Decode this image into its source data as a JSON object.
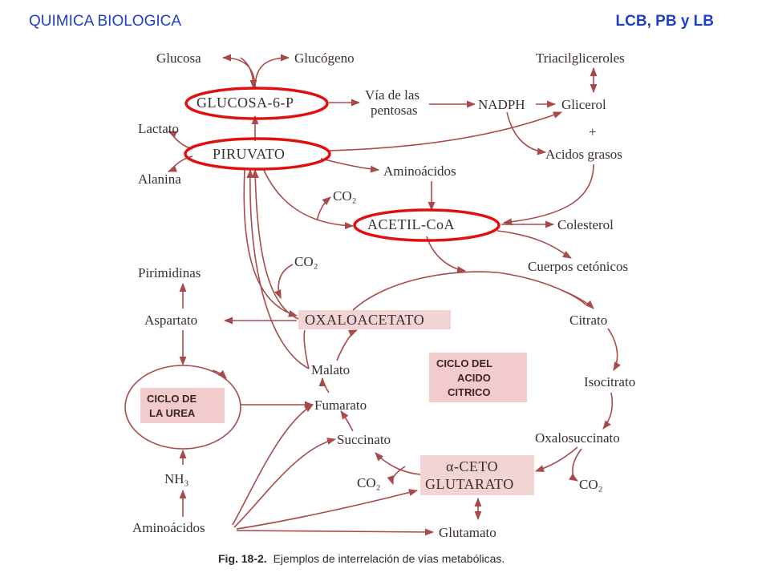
{
  "header": {
    "left_title": "QUIMICA BIOLOGICA",
    "right_title": "LCB, PB y LB"
  },
  "nodes": {
    "glucosa": "Glucosa",
    "glucogeno": "Glucógeno",
    "triacilgliceroles": "Triacilgliceroles",
    "glucosa6p": "GLUCOSA-6-P",
    "via_pentosas_1": "Vía de las",
    "via_pentosas_2": "pentosas",
    "nadph": "NADPH",
    "glicerol": "Glicerol",
    "plus": "+",
    "lactato": "Lactato",
    "piruvato": "PIRUVATO",
    "acidos_grasos": "Acidos grasos",
    "alanina": "Alanina",
    "aminoacidos_top": "Aminoácidos",
    "co2_1": "CO₂",
    "acetil_coa": "ACETIL-CoA",
    "colesterol": "Colesterol",
    "co2_2": "CO₂",
    "pirimidinas": "Pirimidinas",
    "cuerpos_cetonicos": "Cuerpos cetónicos",
    "aspartato": "Aspartato",
    "oxaloacetato": "OXALOACETATO",
    "citrato": "Citrato",
    "ciclo_acido_1": "CICLO DEL",
    "ciclo_acido_2": "ACIDO",
    "ciclo_acido_3": "CITRICO",
    "malato": "Malato",
    "isocitrato": "Isocitrato",
    "ciclo_urea_1": "CICLO DE",
    "ciclo_urea_2": "LA UREA",
    "fumarato": "Fumarato",
    "succinato": "Succinato",
    "oxalosuccinato": "Oxalosuccinato",
    "nh3": "NH₃",
    "alfa_ceto_1": "α-CETO",
    "alfa_ceto_2": "GLUTARATO",
    "co2_3": "CO₂",
    "co2_4": "CO₂",
    "aminoacidos_bottom": "Aminoácidos",
    "glutamato": "Glutamato"
  },
  "caption": {
    "fig": "Fig. 18-2.",
    "text": "Ejemplos de interrelación de vías metabólicas."
  },
  "colors": {
    "header_blue": "#1f3fc7",
    "arrow": "#a84a4a",
    "highlight_ring": "#e01010",
    "box_fill": "#f2cccc"
  }
}
